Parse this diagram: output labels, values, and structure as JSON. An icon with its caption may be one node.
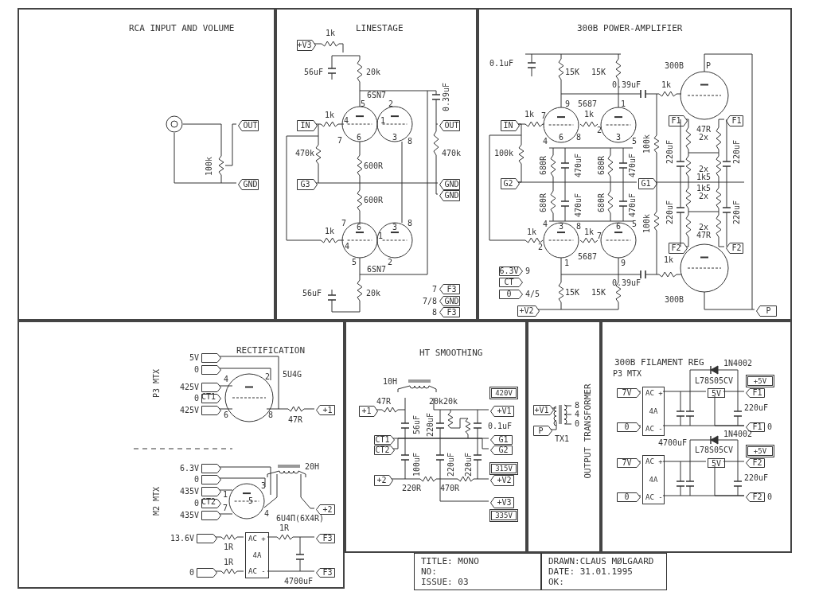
{
  "diagram": {
    "nodes": [
      {
        "text": [
          "RCA INPUT AND VOLUME"
        ]
      },
      {
        "text": [
          "OUT"
        ],
        "in": 0
      },
      {
        "text": [
          "GND"
        ],
        "in": 0
      },
      {
        "text": [
          "LINESTAGE"
        ]
      },
      {
        "text": [
          "+V3"
        ],
        "in": 3
      },
      {
        "text": [
          "IN"
        ],
        "in": 3
      },
      {
        "text": [
          "OUT"
        ],
        "in": 3
      },
      {
        "text": [
          "G3"
        ],
        "in": 3
      },
      {
        "text": [
          "GND"
        ],
        "in": 3
      },
      {
        "text": [
          "GND"
        ],
        "in": 3
      },
      {
        "text": [
          "F3"
        ],
        "in": 3,
        "beside": [
          "7"
        ]
      },
      {
        "text": [
          "GND"
        ],
        "in": 3,
        "beside": [
          "7/8"
        ]
      },
      {
        "text": [
          "F3"
        ],
        "in": 3,
        "beside": [
          "8"
        ]
      },
      {
        "text": [
          "300B POWER-AMPLIFIER"
        ]
      },
      {
        "text": [
          "IN"
        ],
        "in": 13
      },
      {
        "text": [
          "F1"
        ],
        "in": 13
      },
      {
        "text": [
          "F1"
        ],
        "in": 13
      },
      {
        "text": [
          "G2"
        ],
        "in": 13
      },
      {
        "text": [
          "G1"
        ],
        "in": 13
      },
      {
        "text": [
          "F2"
        ],
        "in": 13
      },
      {
        "text": [
          "F2"
        ],
        "in": 13
      },
      {
        "text": [
          "6.3V"
        ],
        "in": 13,
        "beside": [
          "9"
        ]
      },
      {
        "text": [
          "CT"
        ],
        "in": 13
      },
      {
        "text": [
          "0"
        ],
        "in": 13,
        "beside": [
          "4/5"
        ]
      },
      {
        "text": [
          "+V2"
        ],
        "in": 13
      },
      {
        "text": [
          "P"
        ],
        "in": 13
      },
      {
        "text": [
          "RECTIFICATION"
        ]
      },
      {
        "text": [],
        "shape": "box",
        "in": 26,
        "beside": [
          "5V"
        ]
      },
      {
        "text": [],
        "shape": "box",
        "in": 26,
        "beside": [
          "0"
        ]
      },
      {
        "text": [],
        "shape": "box",
        "in": 26,
        "beside": [
          "425V"
        ]
      },
      {
        "text": [],
        "shape": "box",
        "in": 26,
        "beside": [
          "0"
        ]
      },
      {
        "text": [],
        "shape": "box",
        "in": 26,
        "beside": [
          "425V"
        ]
      },
      {
        "text": [
          "+1"
        ],
        "in": 26
      },
      {
        "text": [],
        "shape": "box",
        "in": 26,
        "beside": [
          "6.3V"
        ]
      },
      {
        "text": [],
        "shape": "box",
        "in": 26,
        "beside": [
          "0"
        ]
      },
      {
        "text": [],
        "shape": "box",
        "in": 26,
        "beside": [
          "435V"
        ]
      },
      {
        "text": [],
        "shape": "box",
        "in": 26,
        "beside": [
          "0"
        ]
      },
      {
        "text": [],
        "shape": "box",
        "in": 26,
        "beside": [
          "435V"
        ]
      },
      {
        "text": [
          "+2"
        ],
        "in": 26
      },
      {
        "text": [],
        "shape": "box",
        "in": 26,
        "beside": [
          "13.6V"
        ]
      },
      {
        "text": [
          "F3"
        ],
        "in": 26
      },
      {
        "text": [
          "AC +",
          "4A",
          "AC -"
        ],
        "in": 26
      },
      {
        "text": [],
        "shape": "box",
        "in": 26,
        "beside": [
          "0"
        ]
      },
      {
        "text": [
          "F3"
        ],
        "in": 26
      },
      {
        "text": [
          "HT SMOOTHING"
        ]
      },
      {
        "text": [
          "420V"
        ],
        "in": 44
      },
      {
        "text": [
          "+1"
        ],
        "in": 44
      },
      {
        "text": [
          "+V1"
        ],
        "in": 44
      },
      {
        "text": [
          "CT1"
        ],
        "in": 44
      },
      {
        "text": [
          "G1"
        ],
        "in": 44
      },
      {
        "text": [
          "CT2"
        ],
        "in": 44
      },
      {
        "text": [
          "G2"
        ],
        "in": 44
      },
      {
        "text": [
          "315V"
        ],
        "in": 44
      },
      {
        "text": [
          "+2"
        ],
        "in": 44
      },
      {
        "text": [
          "+V2"
        ],
        "in": 44
      },
      {
        "text": [
          "+V3"
        ],
        "in": 44
      },
      {
        "text": [
          "335V"
        ],
        "in": 44
      },
      {
        "text": [
          "OUTPUT TRANSFORMER"
        ]
      },
      {
        "text": [
          "+V1"
        ],
        "in": 57
      },
      {
        "text": [
          "P"
        ],
        "in": 57
      },
      {
        "text": [
          "300B FILAMENT REG"
        ]
      },
      {
        "text": [
          "7V"
        ],
        "in": 60
      },
      {
        "text": [
          "AC +",
          "4A",
          "AC -"
        ],
        "in": 60
      },
      {
        "text": [
          "5V"
        ],
        "in": 60
      },
      {
        "text": [
          "+5V"
        ],
        "in": 60
      },
      {
        "text": [
          "F1"
        ],
        "in": 60
      },
      {
        "text": [
          "0"
        ],
        "in": 60
      },
      {
        "text": [
          "F1"
        ],
        "in": 60,
        "beside": [
          "0"
        ]
      },
      {
        "text": [
          "7V"
        ],
        "in": 60
      },
      {
        "text": [
          "AC +",
          "4A",
          "AC -"
        ],
        "in": 60
      },
      {
        "text": [
          "5V"
        ],
        "in": 60
      },
      {
        "text": [
          "+5V"
        ],
        "in": 60
      },
      {
        "text": [
          "F2"
        ],
        "in": 60
      },
      {
        "text": [
          "0"
        ],
        "in": 60
      },
      {
        "text": [
          "F2"
        ],
        "in": 60,
        "beside": [
          "0"
        ]
      },
      {
        "text": [
          "TITLE: MONO",
          "NO:",
          "ISSUE: 03"
        ]
      },
      {
        "text": [
          "DRAWN:CLAUS MØLGAARD",
          "DATE: 31.01.1995",
          "OK:"
        ]
      }
    ],
    "edges": [
      {
        "from": 17,
        "to": 18,
        "arrow": "none"
      },
      {
        "from": 48,
        "to": 49,
        "arrow": "none"
      },
      {
        "from": 62,
        "to": 63,
        "arrow": "none"
      },
      {
        "from": 63,
        "to": 65,
        "arrow": "none"
      },
      {
        "from": 62,
        "to": 67,
        "arrow": "none"
      },
      {
        "from": 69,
        "to": 70,
        "arrow": "none"
      },
      {
        "from": 70,
        "to": 72,
        "arrow": "none"
      },
      {
        "from": 69,
        "to": 74,
        "arrow": "none"
      },
      {
        "from": 41,
        "to": 43,
        "arrow": "none"
      },
      {
        "from": 14,
        "to": 17,
        "arrow": "none"
      },
      {
        "from": 50,
        "to": 51,
        "arrow": "none"
      },
      {
        "from": 63,
        "to": 67,
        "arrow": "none"
      },
      {
        "from": 70,
        "to": 74,
        "arrow": "none"
      }
    ],
    "labels": [
      "100k",
      "1k",
      "56uF",
      "20k",
      "6SN7",
      "0.39uF",
      "5",
      "2",
      "1k",
      "4",
      "1",
      "7",
      "6",
      "3",
      "8",
      "470k",
      "600R",
      "470k",
      "600R",
      "7",
      "6",
      "3",
      "8",
      "1k",
      "1",
      "4",
      "5",
      "2",
      "6SN7",
      "56uF",
      "20k",
      "0.1uF",
      "15K",
      "15K",
      "300B",
      "P",
      "0.39uF",
      "1k",
      "9",
      "5687",
      "1",
      "1k",
      "7",
      "1k",
      "2",
      "4",
      "6",
      "8",
      "3",
      "5",
      "100k",
      "680R",
      "470uF",
      "680R",
      "470uF",
      "100k",
      "220uF",
      "47R",
      "2x",
      "220uF",
      "2x",
      "1k5",
      "1k5",
      "2x",
      "680R",
      "470uF",
      "680R",
      "470uF",
      "100k",
      "220uF",
      "220uF",
      "4",
      "3",
      "8",
      "1k",
      "2",
      "1k",
      "7",
      "6",
      "5",
      "2x",
      "47R",
      "1k",
      "1",
      "5687",
      "9",
      "0.39uF",
      "15K",
      "15K",
      "300B",
      "P3 MTX",
      "4",
      "2",
      "5U4G",
      "CT1",
      "6",
      "8",
      "47R",
      "20H",
      "3",
      "1",
      "CT2",
      "5",
      "7",
      "M2 MTX",
      "4",
      "6U4П(6X4R)",
      "1R",
      "1R",
      "1R",
      "4700uF",
      "10H",
      "47R",
      "20k20k",
      "56uF",
      "220uF",
      "0.1uF",
      "100uF",
      "220uF",
      "220uF",
      "220R",
      "470R",
      "8",
      "4",
      "0",
      "TX1",
      "P3 MTX",
      "1N4002",
      "L78S05CV",
      "220uF",
      "4700uF",
      "1N4002",
      "L78S05CV",
      "220uF"
    ]
  }
}
